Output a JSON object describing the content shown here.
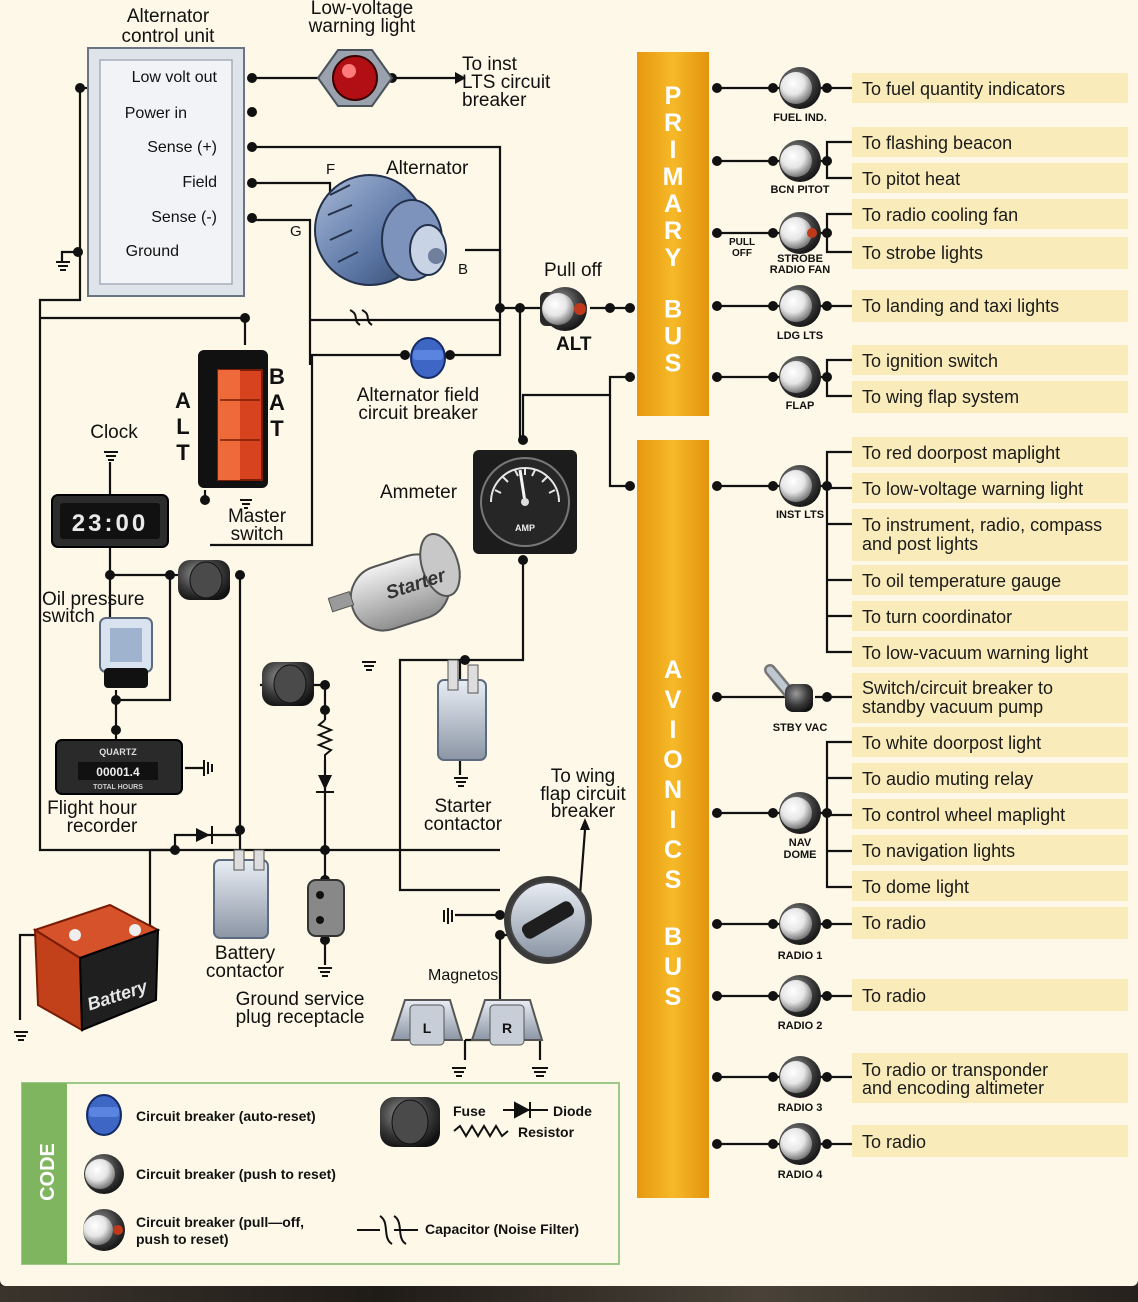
{
  "labels": {
    "alt_control_unit_l1": "Alternator",
    "alt_control_unit_l2": "control unit",
    "low_volt_out": "Low volt out",
    "power_in": "Power in",
    "sense_plus": "Sense (+)",
    "field": "Field",
    "sense_minus": "Sense (-)",
    "ground": "Ground",
    "low_voltage_l1": "Low-voltage",
    "low_voltage_l2": "warning light",
    "to_inst_l1": "To inst",
    "to_inst_l2": "LTS circuit",
    "to_inst_l3": "breaker",
    "alternator": "Alternator",
    "terminal_f": "F",
    "terminal_g": "G",
    "terminal_b": "B",
    "pull_off": "Pull off",
    "alt": "ALT",
    "alt_field_cb_l1": "Alternator field",
    "alt_field_cb_l2": "circuit breaker",
    "master_switch_l1": "Master",
    "master_switch_l2": "switch",
    "alt_vertical": "ALT",
    "bat_vertical": "BAT",
    "clock": "Clock",
    "clock_time": "23:00",
    "ammeter": "Ammeter",
    "amp": "AMP",
    "oil_pressure_l1": "Oil pressure",
    "oil_pressure_l2": "switch",
    "starter": "Starter",
    "quartz": "QUARTZ",
    "hour_digits": "00001.4",
    "total_hours": "TOTAL HOURS",
    "flight_hour_l1": "Flight hour",
    "flight_hour_l2": "recorder",
    "starter_contactor_l1": "Starter",
    "starter_contactor_l2": "contactor",
    "to_wing_flap_l1": "To wing",
    "to_wing_flap_l2": "flap circuit",
    "to_wing_flap_l3": "breaker",
    "battery": "Battery",
    "battery_contactor_l1": "Battery",
    "battery_contactor_l2": "contactor",
    "ground_service_l1": "Ground service",
    "ground_service_l2": "plug receptacle",
    "magnetos": "Magnetos",
    "mag_l": "L",
    "mag_r": "R",
    "primary_bus": "PRIMARY BUS",
    "avionics_bus": "AVIONICS BUS",
    "pull_off_small_l1": "PULL",
    "pull_off_small_l2": "OFF"
  },
  "breakers": [
    {
      "label": "FUEL IND."
    },
    {
      "label": "BCN PITOT"
    },
    {
      "label": "STROBE RADIO FAN"
    },
    {
      "label": "LDG LTS"
    },
    {
      "label": "FLAP"
    },
    {
      "label": "INST LTS"
    },
    {
      "label": "STBY VAC"
    },
    {
      "label": "NAV DOME"
    },
    {
      "label": "RADIO 1"
    },
    {
      "label": "RADIO 2"
    },
    {
      "label": "RADIO 3"
    },
    {
      "label": "RADIO 4"
    }
  ],
  "destinations": [
    "To fuel quantity indicators",
    "To flashing beacon",
    "To pitot heat",
    "To radio cooling fan",
    "To strobe lights",
    "To landing and taxi lights",
    "To ignition switch",
    "To wing flap system",
    "To red doorpost maplight",
    "To low-voltage warning light",
    "To instrument, radio, compass",
    "and post lights",
    "To oil temperature gauge",
    "To turn coordinator",
    "To low-vacuum warning light",
    "Switch/circuit breaker to",
    "standby vacuum pump",
    "To white doorpost light",
    "To audio muting relay",
    "To control wheel maplight",
    "To navigation lights",
    "To dome light",
    "To radio",
    "To radio",
    "To radio or transponder",
    "and encoding altimeter",
    "To radio"
  ],
  "legend": {
    "title": "CODE",
    "cb_auto": "Circuit breaker (auto-reset)",
    "cb_push": "Circuit breaker (push to reset)",
    "cb_pull_l1": "Circuit breaker (pull—off,",
    "cb_pull_l2": "push to reset)",
    "fuse": "Fuse",
    "diode": "Diode",
    "resistor": "Resistor",
    "capacitor": "Capacitor (Noise Filter)"
  },
  "colors": {
    "bus": "#f0aa1c",
    "dest_bg": "#faecba",
    "legend_border": "#9cc98a",
    "legend_band": "#7fb55e",
    "wire": "#111111",
    "label_text": "#1a1a1a"
  }
}
